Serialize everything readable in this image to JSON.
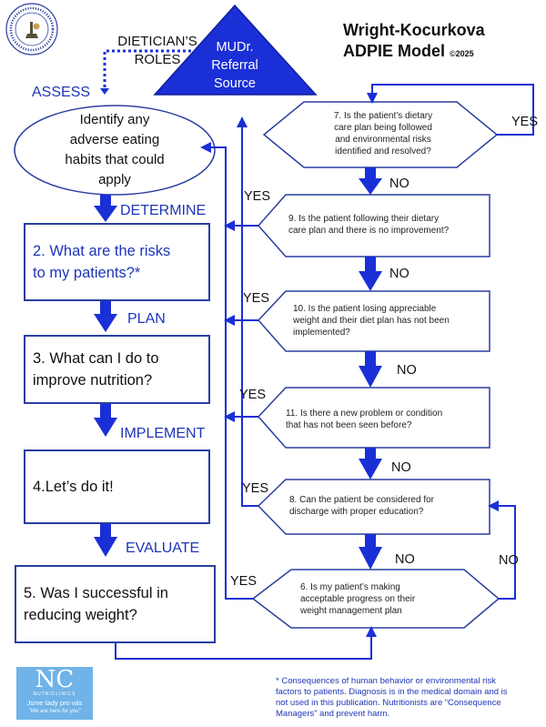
{
  "title": {
    "line1": "Wright-Kocurkova",
    "line2": "ADPIE Model",
    "copyright": "©2025"
  },
  "roles_label": {
    "line1": "DIETICIAN’S",
    "line2": "ROLES"
  },
  "referral": {
    "line1": "MUDr.",
    "line2": "Referral",
    "line3": "Source"
  },
  "stages": {
    "assess": "ASSESS",
    "determine": "DETERMINE",
    "plan": "PLAN",
    "implement": "IMPLEMENT",
    "evaluate": "EVALUATE"
  },
  "boxes": {
    "assess": {
      "line1": "Identify any",
      "line2": "adverse eating",
      "line3": "habits that could",
      "line4": "apply"
    },
    "determine": {
      "line1": "2. What are the risks",
      "line2": "to my patients?*"
    },
    "plan": {
      "line1": "3. What can I do to",
      "line2": "improve nutrition?"
    },
    "implement": {
      "line1": "4.Let’s do it!"
    },
    "evaluate": {
      "line1": "5. Was I successful in",
      "line2": "reducing weight?"
    }
  },
  "questions": {
    "q7": {
      "line1": "7. Is the patient’s dietary",
      "line2": "care plan being followed",
      "line3": "and environmental risks",
      "line4": "identified and resolved?"
    },
    "q9": {
      "line1": "9. Is the patient following their dietary",
      "line2": "care plan and there is no improvement?"
    },
    "q10": {
      "line1": "10. Is the patient losing appreciable",
      "line2": "weight and their diet plan has not been",
      "line3": "implemented?"
    },
    "q11": {
      "line1": "11.  Is there a new problem or condition",
      "line2": "that has not been seen before?"
    },
    "q8": {
      "line1": "8. Can the patient be considered for",
      "line2": "discharge with proper education?"
    },
    "q6": {
      "line1": "6. Is my patient’s making",
      "line2": "acceptable progress on their",
      "line3": "weight management plan"
    }
  },
  "answers": {
    "yes": "YES",
    "no": "NO"
  },
  "logo": {
    "brand": "NC",
    "subtitle": "NUTRICLINICS",
    "line1": "Jsme tady pro vás",
    "line2": "\"We are here for you\""
  },
  "seal": {
    "ring_text": "Vzdělávání i vzdělání · Nutriční terapie · Nutriční poradenství"
  },
  "footnote": {
    "line1": "* Consequences of human behavior or environmental risk",
    "line2": "factors to patients. Diagnosis is in the medical domain and is",
    "line3": "not used in this publication. Nutritionists are “Consequence",
    "line4": "Managers” and prevent harm."
  },
  "colors": {
    "primary": "#1a2fd6",
    "border": "#2a3ea0",
    "text_blue": "#1f35b8",
    "logo_bg": "#6fb3e8"
  }
}
